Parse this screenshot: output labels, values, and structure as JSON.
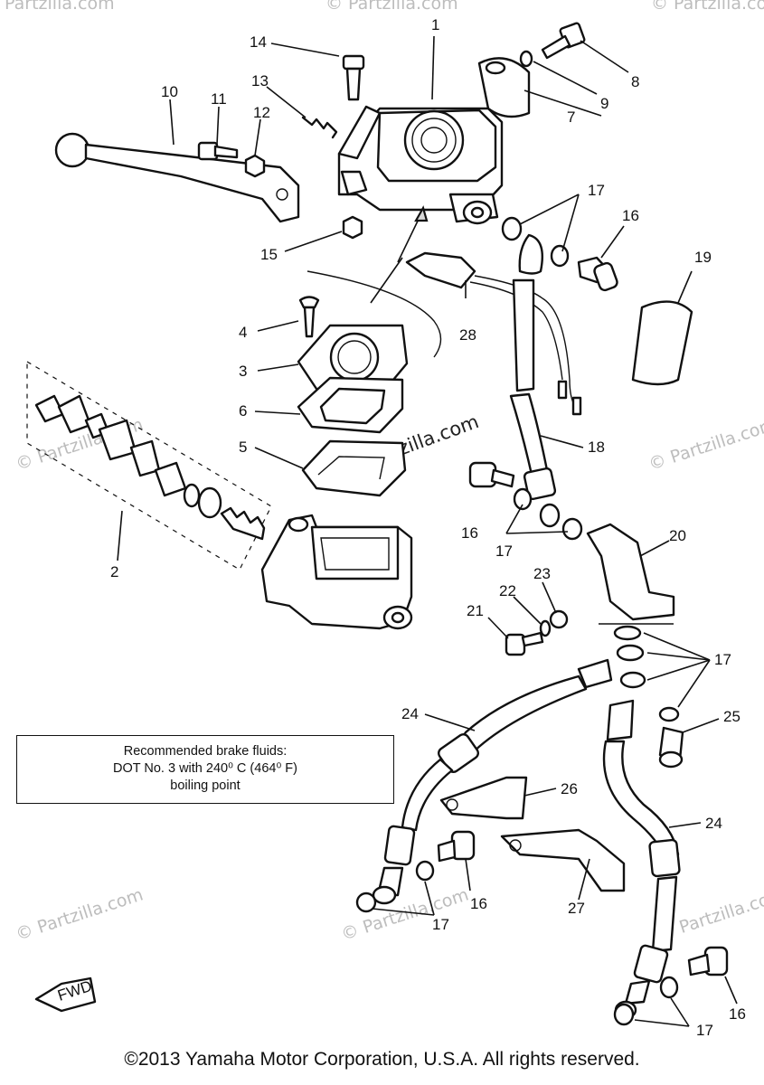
{
  "diagram": {
    "callouts": {
      "c1": "1",
      "c2": "2",
      "c3": "3",
      "c4": "4",
      "c5": "5",
      "c6": "6",
      "c7": "7",
      "c8": "8",
      "c9": "9",
      "c10": "10",
      "c11": "11",
      "c12": "12",
      "c13": "13",
      "c14": "14",
      "c15": "15",
      "c16": "16",
      "c17": "17",
      "c18": "18",
      "c19": "19",
      "c20": "20",
      "c21": "21",
      "c22": "22",
      "c23": "23",
      "c24": "24",
      "c25": "25",
      "c26": "26",
      "c27": "27",
      "c28": "28"
    },
    "watermark": "© Partzilla.com",
    "center_watermark": "©Partzilla.com",
    "fwd_label": "FWD"
  },
  "notice": {
    "line1": "Recommended brake fluids:",
    "line2": "DOT No. 3 with 240⁰ C (464⁰ F)",
    "line3": "boiling point"
  },
  "footer": {
    "copyright": "©2013 Yamaha Motor Corporation, U.S.A. All rights reserved."
  }
}
